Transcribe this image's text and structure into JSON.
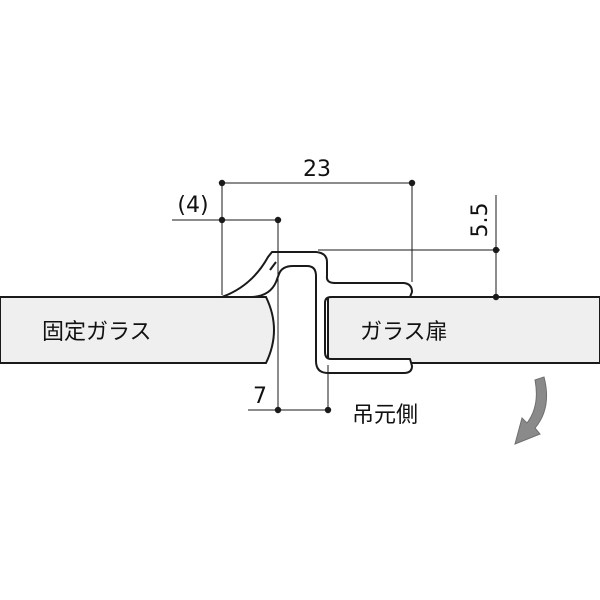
{
  "labels": {
    "fixed_glass": "固定ガラス",
    "glass_door": "ガラス扉",
    "hinge_side": "吊元側"
  },
  "dimensions": {
    "overall_width": "23",
    "offset": "(4)",
    "height": "5.5",
    "depth": "7"
  },
  "colors": {
    "glass_fill": "#efefef",
    "outline": "#1a1a1a",
    "arrow_gray": "#8a8a8a"
  },
  "icons": {
    "rotation_arrow": "curved-arrow-icon"
  }
}
